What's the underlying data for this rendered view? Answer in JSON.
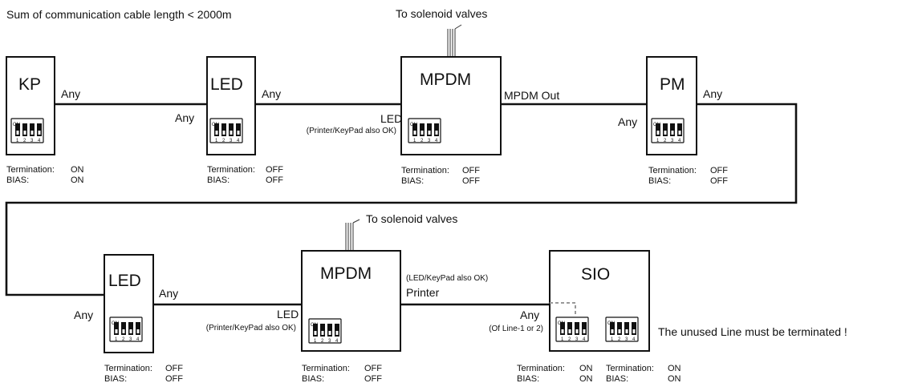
{
  "header": {
    "note": "Sum of communication cable length < 2000m"
  },
  "solenoid_label": "To solenoid valves",
  "row1": {
    "kp": {
      "title": "KP",
      "port_right": "Any",
      "term_label": "Termination:",
      "term_value": "ON",
      "bias_label": "BIAS:",
      "bias_value": "ON"
    },
    "led": {
      "title": "LED",
      "port_left": "Any",
      "port_right": "Any",
      "term_label": "Termination:",
      "term_value": "OFF",
      "bias_label": "BIAS:",
      "bias_value": "OFF"
    },
    "mpdm": {
      "title": "MPDM",
      "port_left": "LED",
      "port_left_note": "(Printer/KeyPad also OK)",
      "port_right": "MPDM Out",
      "term_label": "Termination:",
      "term_value": "OFF",
      "bias_label": "BIAS:",
      "bias_value": "OFF"
    },
    "pm": {
      "title": "PM",
      "port_left": "Any",
      "port_right": "Any",
      "term_label": "Termination:",
      "term_value": "OFF",
      "bias_label": "BIAS:",
      "bias_value": "OFF"
    }
  },
  "row2": {
    "led": {
      "title": "LED",
      "port_left": "Any",
      "port_right": "Any",
      "term_label": "Termination:",
      "term_value": "OFF",
      "bias_label": "BIAS:",
      "bias_value": "OFF"
    },
    "mpdm": {
      "title": "MPDM",
      "port_left": "LED",
      "port_left_note": "(Printer/KeyPad also OK)",
      "port_right": "Printer",
      "port_right_note": "(LED/KeyPad also OK)",
      "term_label": "Termination:",
      "term_value": "OFF",
      "bias_label": "BIAS:",
      "bias_value": "OFF"
    },
    "sio": {
      "title": "SIO",
      "port_left": "Any",
      "port_left_note": "(Of Line-1 or 2)",
      "line1": {
        "term_label": "Termination:",
        "term_value": "ON",
        "bias_label": "BIAS:",
        "bias_value": "ON"
      },
      "line2": {
        "term_label": "Termination:",
        "term_value": "ON",
        "bias_label": "BIAS:",
        "bias_value": "ON"
      },
      "note": "The unused Line must be terminated !"
    }
  },
  "dip": {
    "on": "ON",
    "n1": "1",
    "n2": "2",
    "n3": "3",
    "n4": "4"
  }
}
